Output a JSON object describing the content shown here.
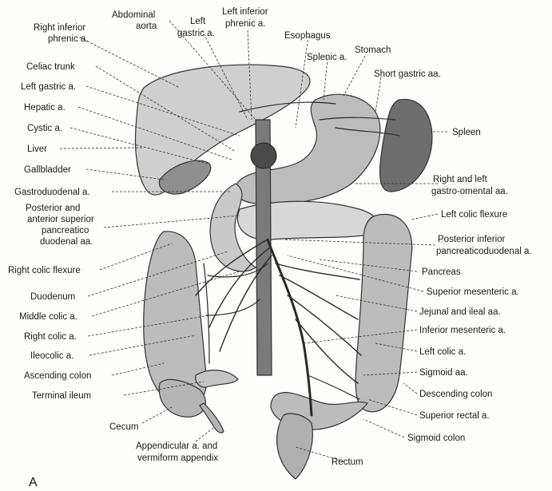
{
  "figure": {
    "panel_letter": "A"
  },
  "labels": {
    "right_inferior_phrenic": {
      "line1": "Right inferior",
      "line2": "phrenic a."
    },
    "celiac_trunk": "Celiac trunk",
    "left_gastric_left": "Left gastric a.",
    "hepatic": "Hepatic a.",
    "cystic": "Cystic a.",
    "liver": "Liver",
    "gallbladder": "Gallbladder",
    "gastroduodenal": "Gastroduodenal a.",
    "sup_pancreaticoduodenal": {
      "line1": "Posterior and",
      "line2": "anterior superior",
      "line3": "pancreatico",
      "line4": "duodenal aa."
    },
    "right_colic_flexure": "Right colic flexure",
    "duodenum": "Duodenum",
    "middle_colic": "Middle colic a.",
    "right_colic": "Right colic a.",
    "ileocolic": "Ileocolic a.",
    "ascending_colon": "Ascending colon",
    "terminal_ileum": "Terminal ileum",
    "cecum": "Cecum",
    "appendicular": {
      "line1": "Appendicular a. and",
      "line2": "vermiform appendix"
    },
    "abdominal_aorta": {
      "line1": "Abdominal",
      "line2": "aorta"
    },
    "left_gastric_top": {
      "line1": "Left",
      "line2": "gastric a."
    },
    "left_inferior_phrenic": {
      "line1": "Left inferior",
      "line2": "phrenic a."
    },
    "esophagus": "Esophagus",
    "splenic": "Splenic a.",
    "stomach": "Stomach",
    "short_gastric": "Short gastric aa.",
    "spleen": "Spleen",
    "gastro_omental": {
      "line1": "Right and left",
      "line2": "gastro-omental aa."
    },
    "left_colic_flexure": "Left colic flexure",
    "inf_pancreaticoduodenal": {
      "line1": "Posterior inferior",
      "line2": "pancreaticoduodenal a."
    },
    "pancreas": "Pancreas",
    "superior_mesenteric": "Superior mesenteric a.",
    "jejunal_ileal": "Jejunal and ileal aa.",
    "inferior_mesenteric": "Inferior mesenteric a.",
    "left_colic": "Left colic a.",
    "sigmoid_aa": "Sigmoid aa.",
    "descending_colon": "Descending colon",
    "superior_rectal": "Superior rectal a.",
    "sigmoid_colon": "Sigmoid colon",
    "rectum": "Rectum"
  }
}
